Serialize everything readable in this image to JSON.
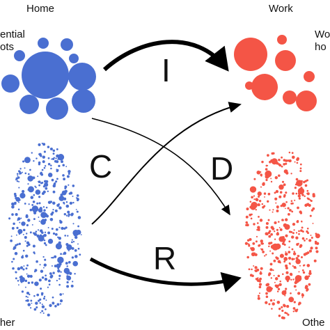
{
  "labels": {
    "home": "Home",
    "work": "Work",
    "residential_hotspots": [
      "ential",
      "ots"
    ],
    "work_hotspots": [
      "Wo",
      "ho"
    ],
    "other_left": "Other",
    "other_right": "Othe"
  },
  "flows": [
    {
      "id": "I",
      "label": "I",
      "from": "home-hotspots",
      "to": "work-hotspots"
    },
    {
      "id": "C",
      "label": "C",
      "from": "other-home",
      "to": "work-hotspots"
    },
    {
      "id": "D",
      "label": "D",
      "from": "home-hotspots",
      "to": "other-work"
    },
    {
      "id": "R",
      "label": "R",
      "from": "other-home",
      "to": "other-work"
    }
  ],
  "colors": {
    "home": "#4a6fd1",
    "work": "#f45546",
    "arrow": "#000000",
    "text": "#111111"
  }
}
